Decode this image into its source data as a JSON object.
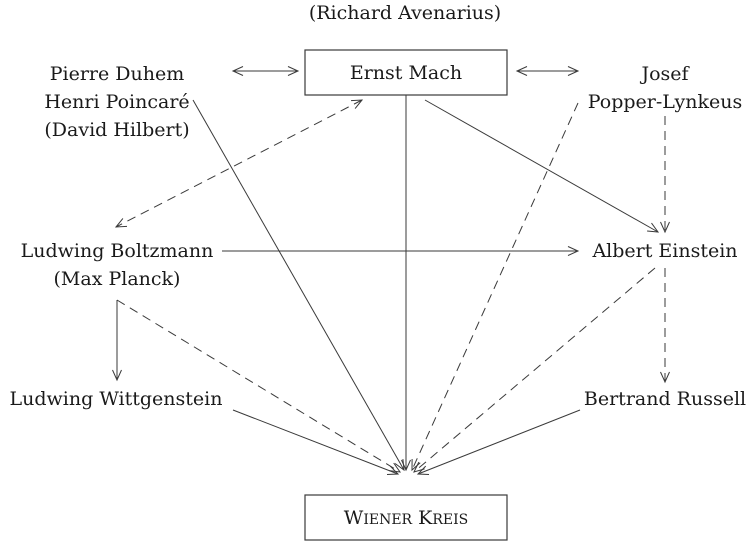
{
  "nodes": {
    "avenarius": {
      "lines": [
        "(Richard Avenarius)"
      ]
    },
    "mach": {
      "lines": [
        "Ernst Mach"
      ]
    },
    "duhem_group": {
      "lines": [
        "Pierre Duhem",
        "Henri Poincaré",
        "(David Hilbert)"
      ]
    },
    "popper_lynkeus": {
      "lines": [
        "Josef",
        "Popper-Lynkeus"
      ]
    },
    "boltzmann": {
      "lines": [
        "Ludwing Boltzmann",
        "(Max Planck)"
      ]
    },
    "einstein": {
      "lines": [
        "Albert Einstein"
      ]
    },
    "wittgenstein": {
      "lines": [
        "Ludwing Wittgenstein"
      ]
    },
    "russell": {
      "lines": [
        "Bertrand Russell"
      ]
    },
    "wiener_kreis": {
      "label": "Wiener Kreis",
      "smallcaps": true
    }
  },
  "edges": [
    {
      "from": "duhem_group",
      "to": "mach",
      "style": "solid",
      "bidirectional": true
    },
    {
      "from": "mach",
      "to": "popper_lynkeus",
      "style": "solid",
      "bidirectional": true
    },
    {
      "from": "mach",
      "to": "boltzmann",
      "style": "dashed",
      "bidirectional": true
    },
    {
      "from": "mach",
      "to": "einstein",
      "style": "solid"
    },
    {
      "from": "mach",
      "to": "wiener_kreis",
      "style": "solid"
    },
    {
      "from": "popper_lynkeus",
      "to": "einstein",
      "style": "dashed"
    },
    {
      "from": "popper_lynkeus",
      "to": "wiener_kreis",
      "style": "dashed"
    },
    {
      "from": "duhem_group",
      "to": "wiener_kreis",
      "style": "solid"
    },
    {
      "from": "boltzmann",
      "to": "einstein",
      "style": "solid"
    },
    {
      "from": "boltzmann",
      "to": "wittgenstein",
      "style": "solid"
    },
    {
      "from": "boltzmann",
      "to": "wiener_kreis",
      "style": "dashed"
    },
    {
      "from": "einstein",
      "to": "russell",
      "style": "dashed"
    },
    {
      "from": "einstein",
      "to": "wiener_kreis",
      "style": "dashed"
    },
    {
      "from": "wittgenstein",
      "to": "wiener_kreis",
      "style": "solid"
    },
    {
      "from": "russell",
      "to": "wiener_kreis",
      "style": "solid"
    }
  ]
}
